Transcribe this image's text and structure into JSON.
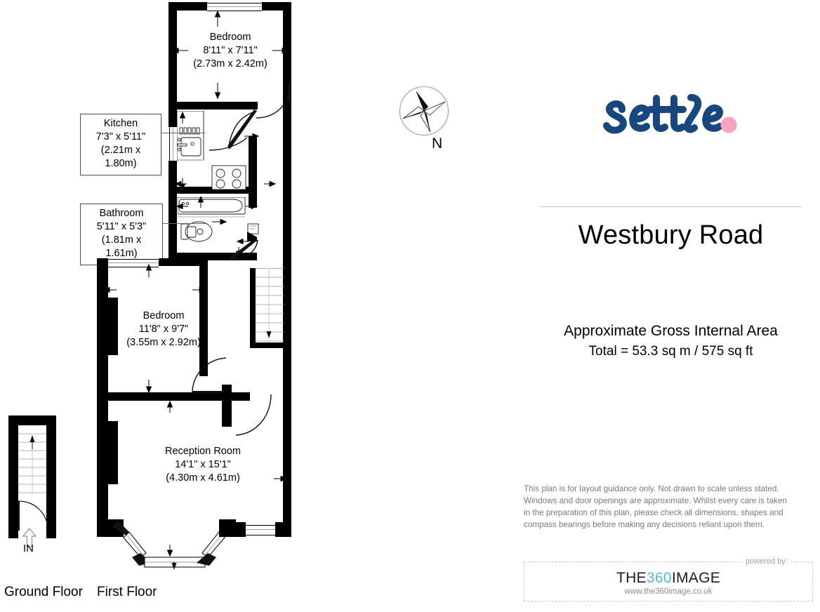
{
  "document": {
    "type": "floor-plan",
    "property_title": "Westbury Road",
    "brand_logo_text": "settle",
    "brand_colors": {
      "logo_navy": "#17477e",
      "logo_pink": "#f9a3c3",
      "accent_360": "#5ab4d6"
    },
    "compass": {
      "label": "N"
    }
  },
  "floors": [
    {
      "id": "ground",
      "label": "Ground Floor",
      "entrance_label": "IN"
    },
    {
      "id": "first",
      "label": "First Floor"
    }
  ],
  "rooms": [
    {
      "name": "Bedroom",
      "imperial": "8'11\" x 7'11\"",
      "metric": "(2.73m x 2.42m)",
      "label_style": "plain"
    },
    {
      "name": "Kitchen",
      "imperial": "7'3\" x 5'11\"",
      "metric": "(2.21m x 1.80m)",
      "label_style": "callout"
    },
    {
      "name": "Bathroom",
      "imperial": "5'11\" x 5'3\"",
      "metric": "(1.81m x 1.61m)",
      "label_style": "callout"
    },
    {
      "name": "Bedroom",
      "imperial": "11'8\" x 9'7\"",
      "metric": "(3.55m x 2.92m)",
      "label_style": "plain"
    },
    {
      "name": "Reception Room",
      "imperial": "14'1\" x 15'1\"",
      "metric": "(4.30m x 4.61m)",
      "label_style": "plain"
    }
  ],
  "area": {
    "heading": "Approximate Gross Internal Area",
    "total": "Total = 53.3 sq m / 575 sq ft"
  },
  "disclaimer": {
    "line1": "This plan is for layout guidance only. Not drawn to scale unless stated.",
    "line2": "Windows and door openings are approximate. Whilst every care is taken",
    "line3": "in the preparation of this plan, please check all dimensions, shapes and",
    "line4": "compass  bearings  before  making  any  decisions  reliant  upon  them."
  },
  "powered_by": {
    "caption": "powered by:",
    "brand_prefix": "THE",
    "brand_number": "360",
    "brand_suffix": "IMAGE",
    "url": "www.the360image.co.uk"
  }
}
